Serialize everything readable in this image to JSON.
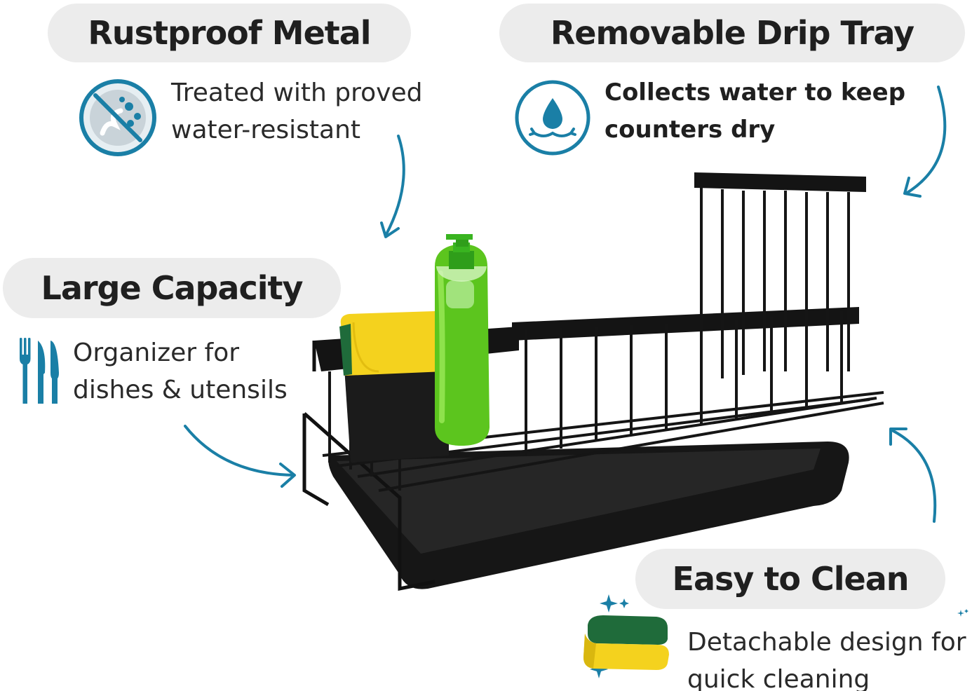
{
  "features": [
    {
      "title": "Rustproof Metal",
      "icon": "water-resistant-icon",
      "lines": [
        "Treated with proved",
        "water-resistant"
      ]
    },
    {
      "title": "Removable Drip Tray",
      "icon": "water-drop-icon",
      "lines": [
        "Collects water to keep",
        "counters dry"
      ]
    },
    {
      "title": "Large Capacity",
      "icon": "utensils-icon",
      "lines": [
        "Organizer for",
        "dishes & utensils"
      ]
    },
    {
      "title": "Easy to Clean",
      "icon": "sponge-icon",
      "lines": [
        "Detachable design for",
        "quick cleaning"
      ]
    }
  ],
  "colors": {
    "accent": "#1a7fa6",
    "pill_background": "#ececec",
    "rack": "#111111",
    "sponge_yellow": "#f4d21e",
    "sponge_green": "#1f6b3a",
    "soap_green": "#5cc51e"
  }
}
